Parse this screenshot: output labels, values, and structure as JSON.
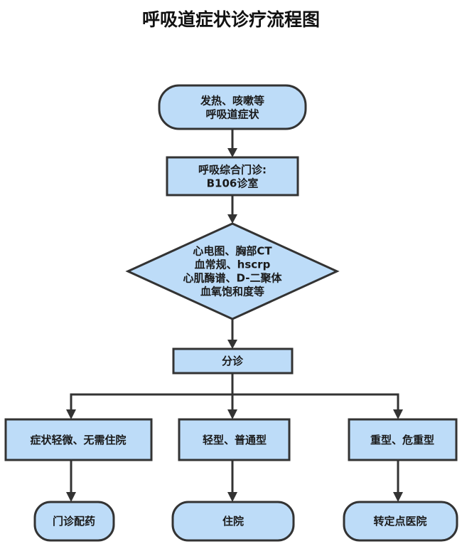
{
  "title": "呼吸道症状诊疗流程图",
  "nodes": {
    "start": {
      "lines": [
        "发热、咳嗽等",
        "呼吸道症状"
      ]
    },
    "clinic": {
      "lines": [
        "呼吸综合门诊:",
        "B106诊室"
      ]
    },
    "exams": {
      "lines": [
        "心电图、胸部CT",
        "血常规、hscrp",
        "心肌酶谱、D-二聚体",
        "血氧饱和度等"
      ]
    },
    "triage": {
      "lines": [
        "分诊"
      ]
    },
    "mild": {
      "lines": [
        "症状轻微、无需住院"
      ]
    },
    "moderate": {
      "lines": [
        "轻型、普通型"
      ]
    },
    "severe": {
      "lines": [
        "重型、危重型"
      ]
    },
    "outpatient": {
      "lines": [
        "门诊配药"
      ]
    },
    "hospital": {
      "lines": [
        "住院"
      ]
    },
    "transfer": {
      "lines": [
        "转定点医院"
      ]
    }
  }
}
